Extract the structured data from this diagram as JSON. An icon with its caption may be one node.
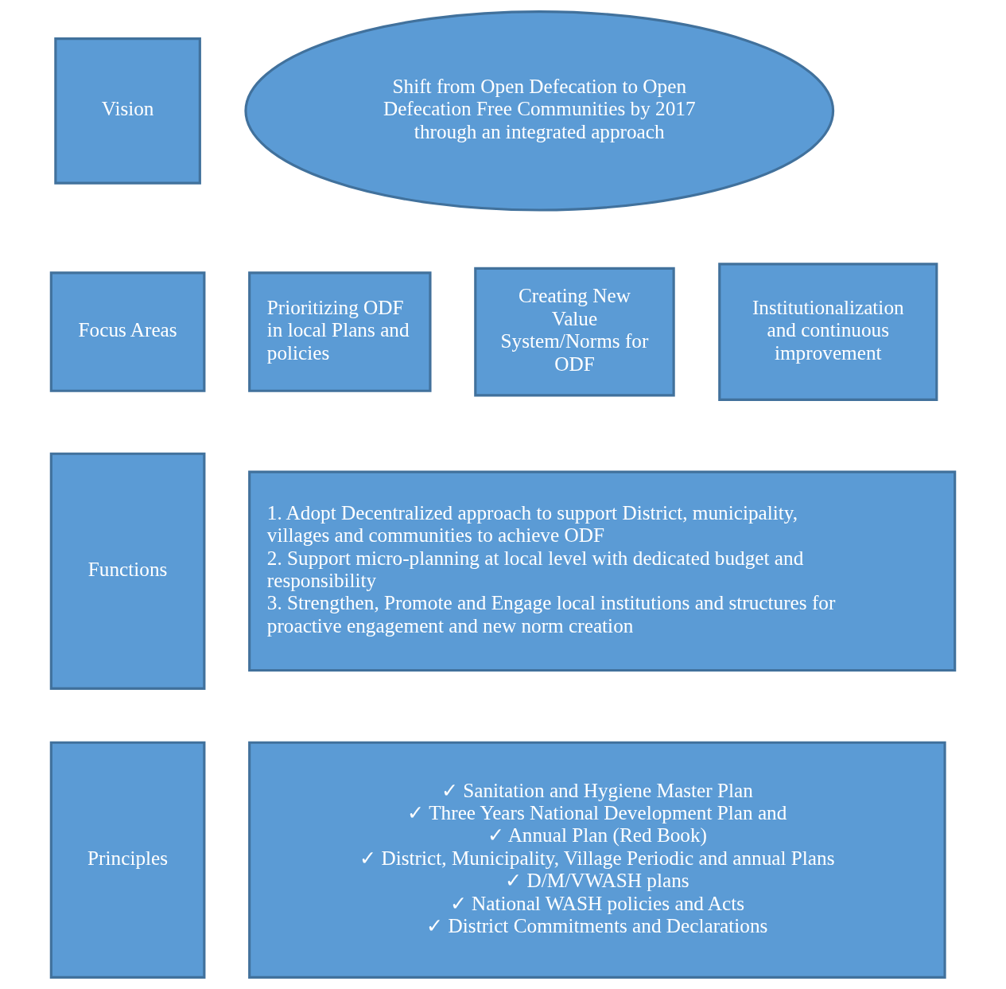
{
  "diagram": {
    "nodes": [
      {
        "text": [
          "Vision"
        ]
      },
      {
        "text": [
          "Shift from Open Defecation to Open Defecation Free Communities by 2017 through an integrated approach"
        ]
      },
      {
        "text": [
          "Focus Areas"
        ]
      },
      {
        "text": [
          "Prioritizing ODF in local Plans and policies"
        ]
      },
      {
        "text": [
          "Creating New Value System/Norms for ODF"
        ]
      },
      {
        "text": [
          "Institutionalization and continuous improvement"
        ]
      },
      {
        "text": [
          "Functions"
        ]
      },
      {
        "text": [
          "1. Adopt Decentralized approach to support District, municipality, villages and communities to achieve ODF",
          "2. Support micro-planning at local level with dedicated budget and responsibility",
          "3. Strengthen, Promote and Engage local institutions and structures for proactive engagement and new norm creation"
        ]
      },
      {
        "text": [
          "Principles"
        ]
      },
      {
        "text": [
          "✓ Sanitation and Hygiene Master Plan",
          "✓ Three Years National Development Plan and",
          "✓ Annual Plan (Red Book)",
          "✓ District, Municipality, Village Periodic and annual Plans",
          "✓ D/M/VWASH plans",
          "✓ National WASH policies and Acts",
          "✓ District Commitments and Declarations"
        ]
      }
    ]
  }
}
